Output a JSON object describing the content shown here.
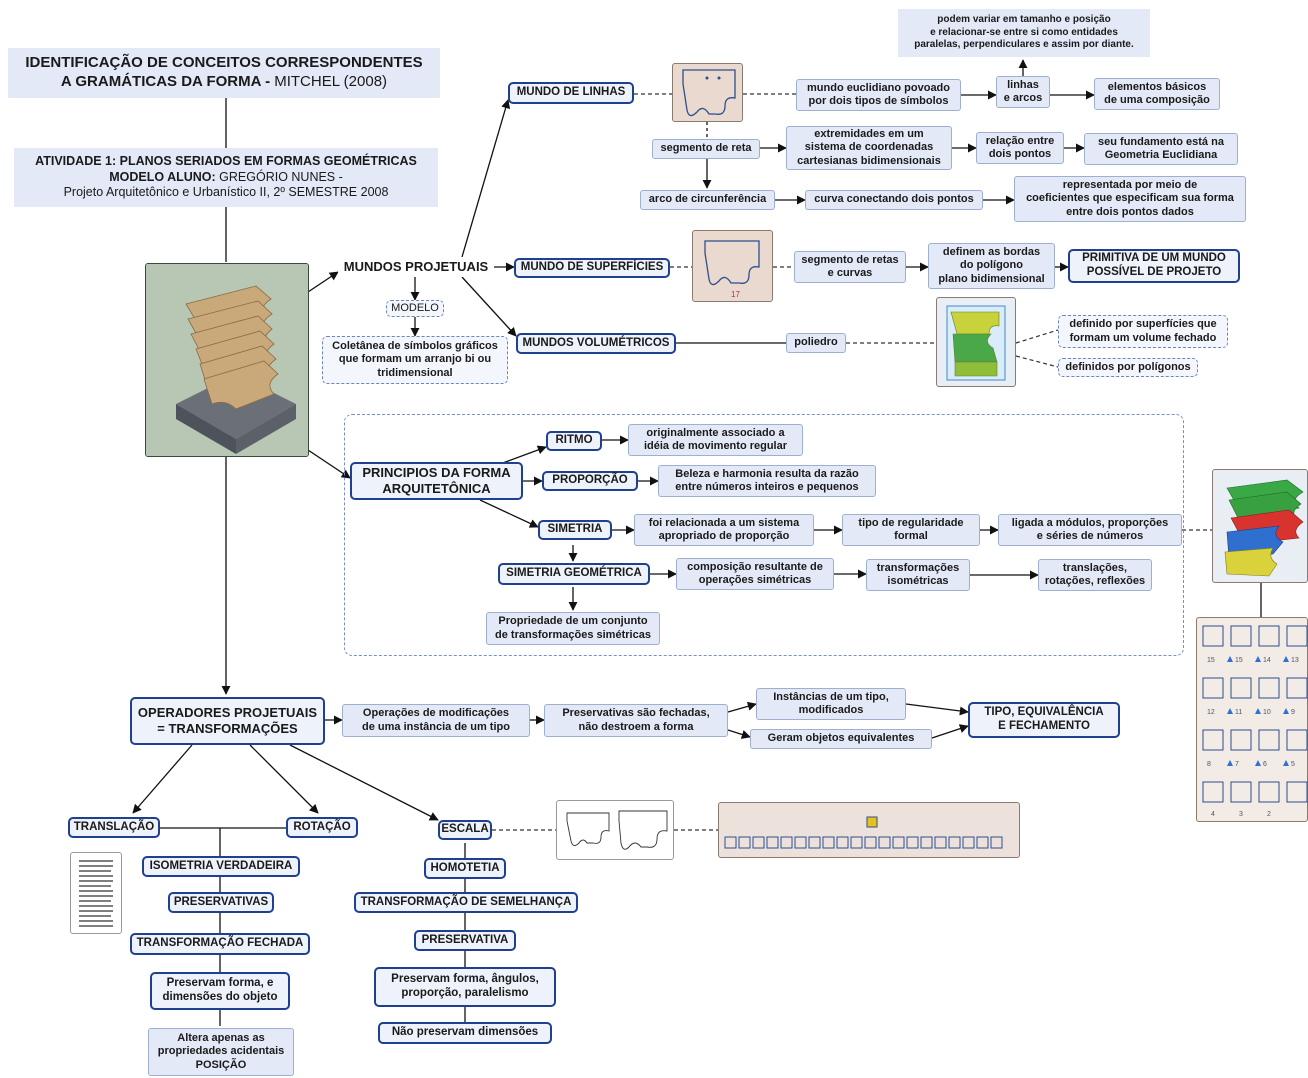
{
  "header": {
    "title_line1": "IDENTIFICAÇÃO DE CONCEITOS CORRESPONDENTES",
    "title_line2_bold": "A GRAMÁTICAS DA FORMA - ",
    "title_line2_normal": "MITCHEL (2008)",
    "activity_line": "ATIVIDADE 1: PLANOS SERIADOS EM FORMAS GEOMÉTRICAS",
    "student_label": "MODELO ALUNO: ",
    "student_name": "GREGÓRIO NUNES -",
    "course": "Projeto Arquitetônico e Urbanístico II, 2º SEMESTRE 2008"
  },
  "nodes": {
    "podem_variar": "podem variar em tamanho e posição\ne relacionar-se entre si como entidades\nparalelas, perpendiculares e assim por diante.",
    "mundo_linhas": "MUNDO DE LINHAS",
    "mundo_euclidiano": "mundo euclidiano povoado\npor dois tipos de símbolos",
    "linhas_arcos": "linhas\ne arcos",
    "elementos_basicos": "elementos básicos\nde uma composição",
    "segmento_reta": "segmento de reta",
    "extremidades": "extremidades em um\nsistema de  coordenadas\ncartesianas bidimensionais",
    "relacao_pontos": "relação entre\ndois pontos",
    "fundamento": "seu fundamento está na\nGeometria Euclidiana",
    "arco_circ": "arco de circunferência",
    "curva_pontos": "curva conectando dois pontos",
    "representada": "representada por meio de\ncoeficientes que especificam sua forma\nentre dois pontos dados",
    "mundos_projetuais": "MUNDOS PROJETUAIS",
    "mundo_superficies": "MUNDO DE SUPERFÍCIES",
    "segmento_retas_curvas": "segmento de retas\ne curvas",
    "definem_bordas": "definem as bordas\ndo polígono\nplano bidimensional",
    "primitiva": "PRIMITIVA DE UM MUNDO\nPOSSÍVEL DE PROJETO",
    "modelo": "MODELO",
    "coletanea": "Coletânea de símbolos gráficos\nque formam um arranjo bi ou\ntridimensional",
    "mundos_volumetricos": "MUNDOS VOLUMÉTRICOS",
    "poliedro": "poliedro",
    "definido_superficies": "definido por superfícies que\nformam um volume fechado",
    "definidos_poligonos": "definidos por polígonos",
    "principios": "PRINCIPIOS DA FORMA\nARQUITETÔNICA",
    "ritmo": "RITMO",
    "ritmo_desc": "originalmente associado a\nidéia de movimento regular",
    "proporcao": "PROPORÇÃO",
    "proporcao_desc": "Beleza e harmonia resulta da razão\nentre números inteiros e pequenos",
    "simetria": "SIMETRIA",
    "simetria_desc": "foi relacionada a um sistema\napropriado de proporção",
    "regularidade": "tipo de regularidade\nformal",
    "modulos": "ligada a módulos, proporções\ne séries de números",
    "simetria_geo": "SIMETRIA GEOMÉTRICA",
    "composicao": "composição resultante de\noperações simétricas",
    "transf_iso": "transformações\nisométricas",
    "translacoes": "translações,\nrotações, reflexões",
    "propriedade": "Propriedade de um conjunto\nde transformações simétricas",
    "operadores": "OPERADORES PROJETUAIS\n= TRANSFORMAÇÕES",
    "operacoes": "Operações de modificações\nde uma instância de um tipo",
    "preservativas_fechadas": "Preservativas são fechadas,\nnão destroem a forma",
    "instancias": "Instâncias de um tipo,\nmodificados",
    "equivalentes": "Geram objetos equivalentes",
    "tipo_equiv": "TIPO, EQUIVALÊNCIA\nE FECHAMENTO",
    "translacao": "TRANSLAÇÃO",
    "rotacao": "ROTAÇÃO",
    "escala": "ESCALA",
    "isometria": "ISOMETRIA VERDADEIRA",
    "preservativas": "PRESERVATIVAS",
    "transf_fechada": "TRANSFORMAÇÃO FECHADA",
    "preservam_forma_dim": "Preservam forma, e\ndimensões do objeto",
    "altera": "Altera apenas as\npropriedades acidentais\nPOSIÇÃO",
    "homotetia": "HOMOTETIA",
    "transf_semelhanca": "TRANSFORMAÇÃO DE SEMELHANÇA",
    "preservativa": "PRESERVATIVA",
    "preservam_forma_ang": "Preservam forma,  ângulos,\nproporção, paralelismo",
    "nao_preservam": "Não preservam dimensões"
  },
  "image_labels": {
    "surface_number": "17",
    "sequence_numbers": [
      "15",
      "15",
      "14",
      "13",
      "12",
      "11",
      "10",
      "9",
      "8",
      "7",
      "6",
      "5",
      "4",
      "3",
      "2"
    ]
  },
  "colors": {
    "node_fill": "#e3e9f6",
    "bold_border": "#1f3f8f",
    "dashed_border": "#6b84c2",
    "layer_green": "#3aa845",
    "layer_red": "#d8332e",
    "layer_blue": "#2f6fd0",
    "layer_yellow": "#d9d23a",
    "model_wood": "#c9a97a"
  }
}
